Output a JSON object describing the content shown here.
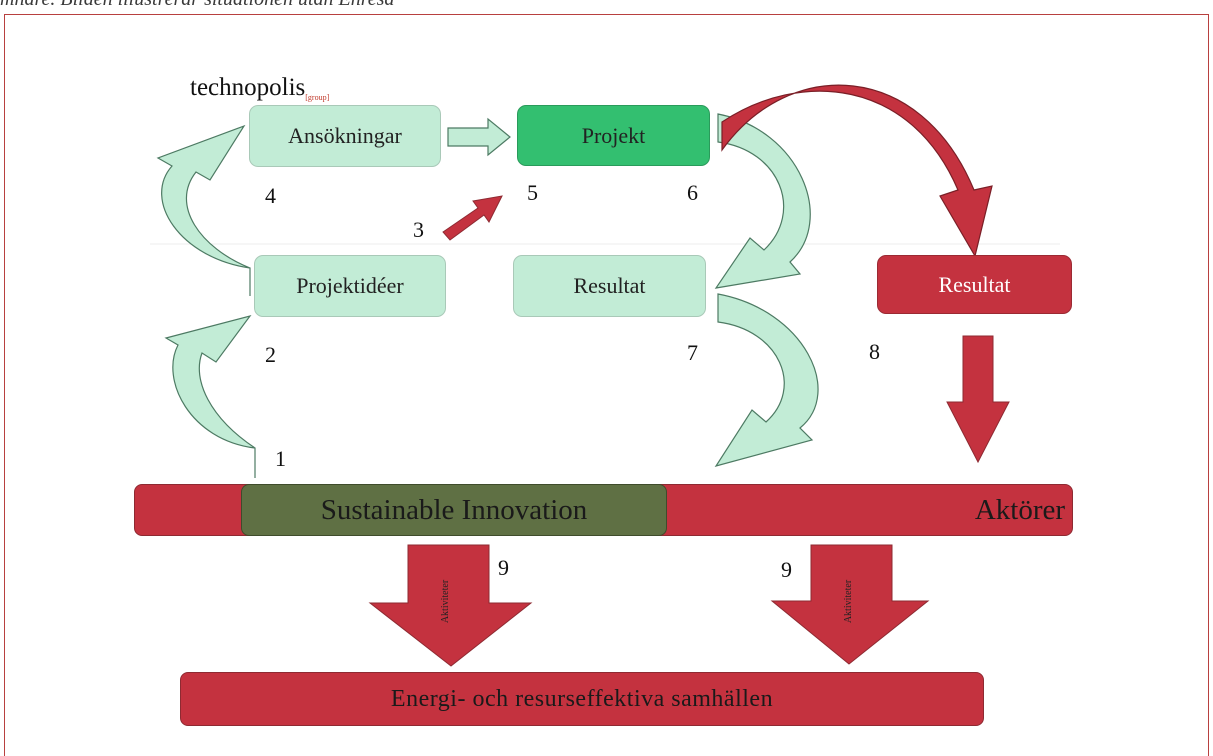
{
  "caption": "mnare. Bilden illustrerar situationen utan Enresa",
  "logo": {
    "text": "technopolis",
    "suffix": "[group]"
  },
  "boxes": {
    "ansokningar": "Ansökningar",
    "projekt": "Projekt",
    "projektideer": "Projektidéer",
    "resultat_mid": "Resultat",
    "resultat_right": "Resultat"
  },
  "numbers": {
    "n1": "1",
    "n2": "2",
    "n3": "3",
    "n4": "4",
    "n5": "5",
    "n6": "6",
    "n7": "7",
    "n8": "8",
    "n9_left": "9",
    "n9_right": "9"
  },
  "bar": {
    "innovation": "Sustainable Innovation",
    "aktorer": "Aktörer"
  },
  "arrow_label": "Aktiviteter",
  "bottom": "Energi- och resurseffektiva samhällen",
  "colors": {
    "light_green": "#c2ecd6",
    "green": "#33bf70",
    "red": "#c4323f",
    "olive": "#5f7044"
  }
}
